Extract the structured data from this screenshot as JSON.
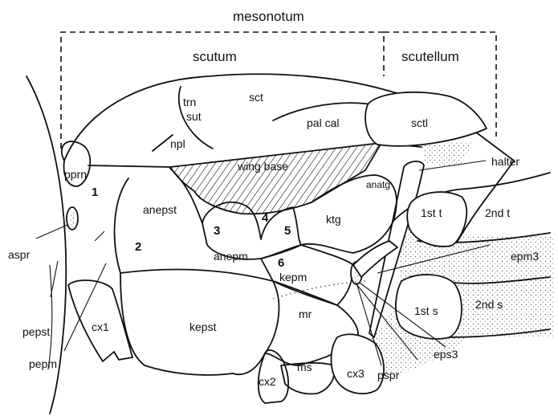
{
  "regions": {
    "mesonotum": "mesonotum",
    "scutum": "scutum",
    "scutellum": "scutellum"
  },
  "labels": {
    "sct": "sct",
    "trn": "trn",
    "sut": "sut",
    "pal_cal": "pal cal",
    "sctl": "sctl",
    "npl": "npl",
    "pprn": "pprn",
    "wing_base": "wing base",
    "anatg": "anatg",
    "halter": "halter",
    "anepst": "anepst",
    "ktg": "ktg",
    "first_t": "1st t",
    "second_t": "2nd t",
    "aspr": "aspr",
    "anepm": "anepm",
    "epm3": "epm3",
    "kepm": "kepm",
    "first_s": "1st s",
    "second_s": "2nd s",
    "mr": "mr",
    "pepst": "pepst",
    "cx1": "cx1",
    "kepst": "kepst",
    "pepm": "pepm",
    "ms": "ms",
    "cx3": "cx3",
    "eps3": "eps3",
    "cx2": "cx2",
    "pspr": "pspr"
  },
  "numbers": {
    "n1": "1",
    "n2": "2",
    "n3": "3",
    "n4": "4",
    "n5": "5",
    "n6": "6"
  }
}
